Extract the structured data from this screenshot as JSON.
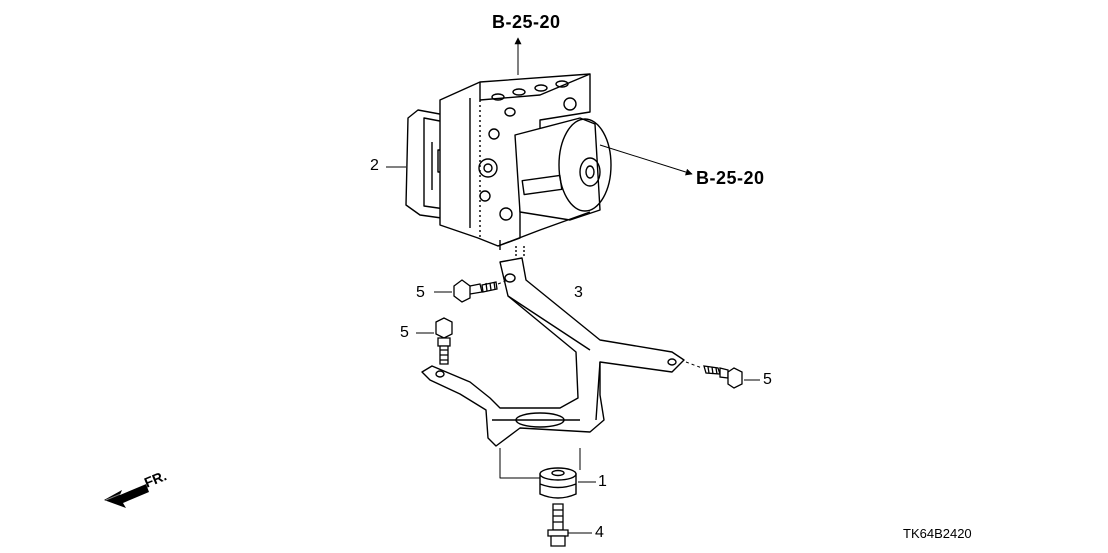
{
  "diagram": {
    "references": {
      "top": "B-25-20",
      "right": "B-25-20"
    },
    "callouts": {
      "part_1": "1",
      "part_2": "2",
      "part_3": "3",
      "part_4": "4",
      "part_5a": "5",
      "part_5b": "5",
      "part_5c": "5"
    },
    "direction_label": "FR.",
    "diagram_code": "TK64B2420"
  }
}
